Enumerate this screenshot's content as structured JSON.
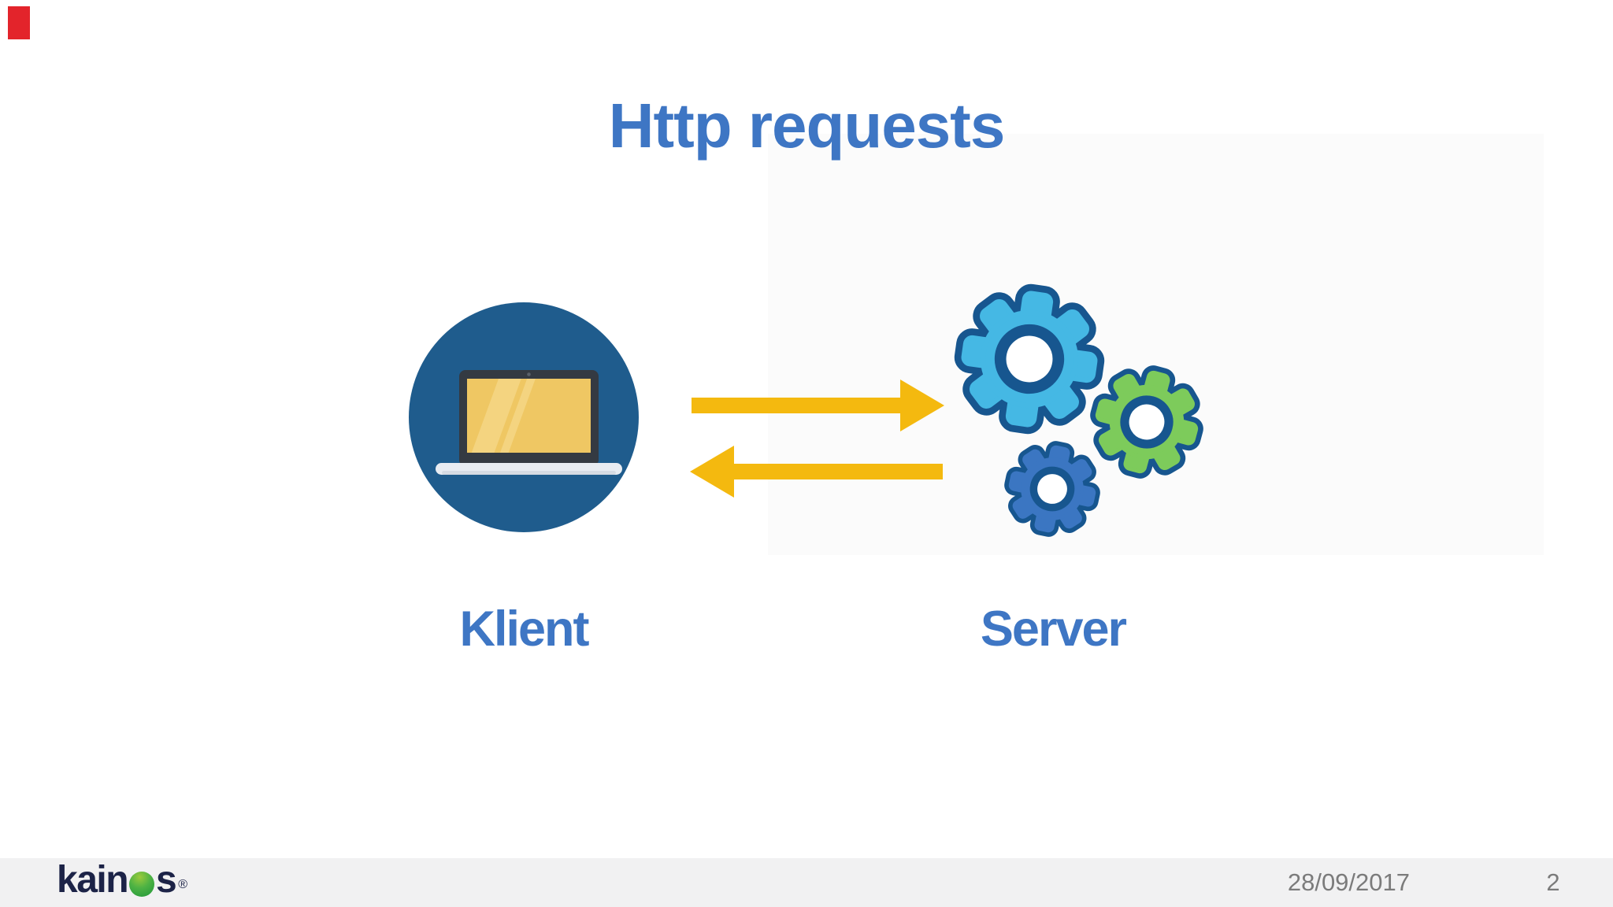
{
  "slide": {
    "title": "Http requests",
    "client": {
      "label": "Klient",
      "icon": "laptop-in-circle-icon"
    },
    "server": {
      "label": "Server",
      "icon": "gears-icon"
    },
    "arrows": {
      "request_icon": "arrow-right-icon",
      "response_icon": "arrow-left-icon"
    }
  },
  "footer": {
    "logo": {
      "prefix": "kain",
      "o_icon": "green-dot-icon",
      "suffix": "s",
      "registered_mark": "®"
    },
    "date": "28/09/2017",
    "page_number": "2"
  },
  "decorations": {
    "top_left_marker": "red-marker"
  },
  "colors": {
    "title_text": "#3E76C4",
    "label_text": "#3E76C4",
    "circle_blue": "#1F5C8D",
    "screen_frame": "#343A42",
    "screen_tan": "#EFC763",
    "screen_glare": "#F6D98A",
    "laptop_base": "#E8ECF2",
    "laptop_base_shadow": "#D6DBE3",
    "arrow_yellow": "#F4B90F",
    "gear_cyan": "#45B8E4",
    "gear_green": "#7DCB5B",
    "gear_blue": "#3B76C2",
    "gear_outline": "#17568F",
    "panel_tint": "#FBFBFB",
    "footer_bg": "#F1F1F2",
    "footer_text": "#7B7B7B",
    "logo_text": "#1C2347",
    "logo_green_1": "#9ACA3C",
    "logo_green_2": "#4DB244",
    "logo_green_3": "#1F9638",
    "marker_red": "#E3242B"
  }
}
